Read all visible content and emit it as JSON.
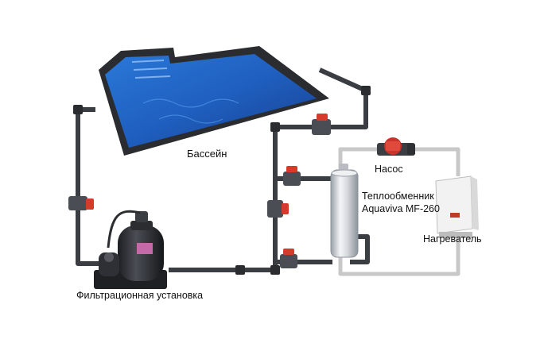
{
  "labels": {
    "pool": "Бассейн",
    "filter": "Фильтрационная установка",
    "pump": "Насос",
    "exchanger_line1": "Теплообменник",
    "exchanger_line2": "Aquaviva MF-260",
    "heater": "Нагреватель"
  },
  "colors": {
    "pipe_dark": "#3a3d42",
    "pipe_light": "#c8c8c8",
    "valve_red": "#d63a2a",
    "pool_water": "#1f5fbf",
    "pool_rim": "#2a2c30",
    "exchanger": "#e6e6ea",
    "heater_body": "#f2f2f2",
    "filter_tank": "#2b2d31"
  },
  "icons": {
    "pool": "pool-icon",
    "filter": "sand-filter-icon",
    "pump": "circulation-pump-icon",
    "exchanger": "heat-exchanger-icon",
    "heater": "boiler-icon",
    "valve": "valve-icon"
  }
}
